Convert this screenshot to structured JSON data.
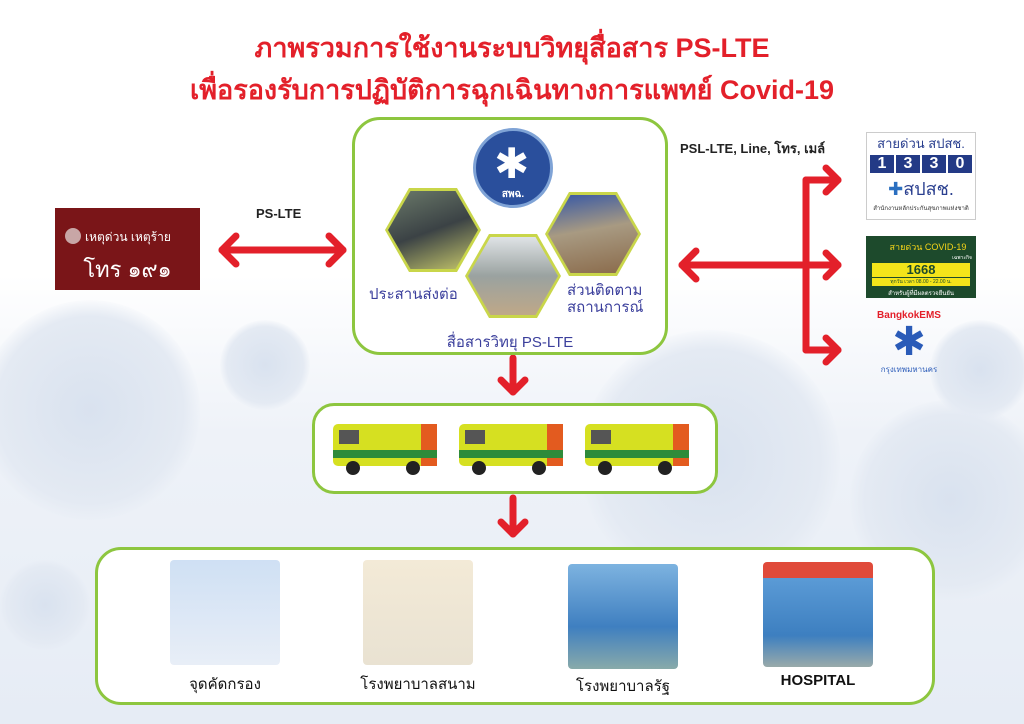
{
  "title": {
    "line1": "ภาพรวมการใช้งานระบบวิทยุสื่อสาร PS-LTE",
    "line2": "เพื่อรองรับการปฏิบัติการฉุกเฉินทางการแพทย์ Covid-19"
  },
  "left": {
    "logo_line1": "เหตุด่วน เหตุร้าย",
    "logo_line2": "โทร ๑๙๑",
    "link_label": "PS-LTE"
  },
  "center": {
    "logo_text": "สพฉ.",
    "label_coordination": "ประสานส่งต่อ",
    "label_monitoring": "ส่วนติดตาม\nสถานการณ์",
    "label_radio": "สื่อสารวิทยุ PS-LTE"
  },
  "right": {
    "link_label": "PSL-LTE, Line, โทร, เมล์",
    "nhso": {
      "header": "สายด่วน สปสช.",
      "digits": [
        "1",
        "3",
        "3",
        "0"
      ],
      "name": "สปสช.",
      "subtitle": "สำนักงานหลักประกันสุขภาพแห่งชาติ"
    },
    "covid": {
      "header": "สายด่วน COVID-19",
      "tag": "เฉพาะกิจ",
      "number": "1668",
      "hours": "ทุกวัน เวลา 08.00 - 22.00 น.",
      "note": "สำหรับผู้ที่มีผลตรวจยืนยัน"
    },
    "ems": {
      "name": "BangkokEMS",
      "subtitle": "กรุงเทพมหานคร"
    }
  },
  "destinations": [
    {
      "label": "จุดคัดกรอง"
    },
    {
      "label": "โรงพยาบาลสนาม"
    },
    {
      "label": "โรงพยาบาลรัฐ"
    },
    {
      "label": "HOSPITAL"
    }
  ],
  "colors": {
    "arrow": "#e3202a",
    "border": "#8dc63f",
    "title": "#e3202a"
  }
}
